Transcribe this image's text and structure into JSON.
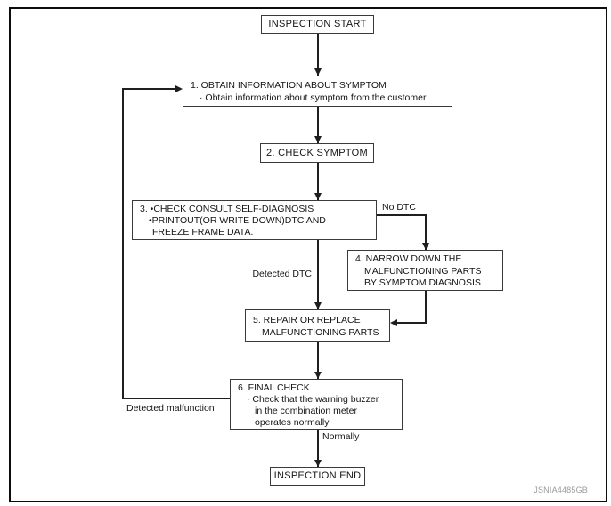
{
  "diagram": {
    "figure_code": "JSNIA4485GB",
    "nodes": {
      "start": {
        "label": "INSPECTION START"
      },
      "step1": {
        "lines": [
          "1. OBTAIN INFORMATION ABOUT SYMPTOM",
          "· Obtain information about symptom from the customer"
        ]
      },
      "step2": {
        "label": "2. CHECK SYMPTOM"
      },
      "step3": {
        "lines": [
          "3. •CHECK CONSULT SELF-DIAGNOSIS",
          "•PRINTOUT(OR WRITE DOWN)DTC AND",
          "FREEZE FRAME DATA."
        ]
      },
      "step4": {
        "lines": [
          "4. NARROW DOWN THE",
          "MALFUNCTIONING PARTS",
          "BY SYMPTOM DIAGNOSIS"
        ]
      },
      "step5": {
        "lines": [
          "5. REPAIR OR REPLACE",
          "MALFUNCTIONING PARTS"
        ]
      },
      "step6": {
        "lines": [
          "6. FINAL CHECK",
          "· Check that the warning buzzer",
          "in the combination meter",
          "operates normally"
        ]
      },
      "end": {
        "label": "INSPECTION END"
      }
    },
    "edge_labels": {
      "no_dtc": "No DTC",
      "detected_dtc": "Detected DTC",
      "detected_malfunction": "Detected malfunction",
      "normally": "Normally"
    },
    "colors": {
      "line": "#1f1f1f",
      "box_border": "#3a3a3a",
      "watermark": "#9b9b9b"
    }
  }
}
